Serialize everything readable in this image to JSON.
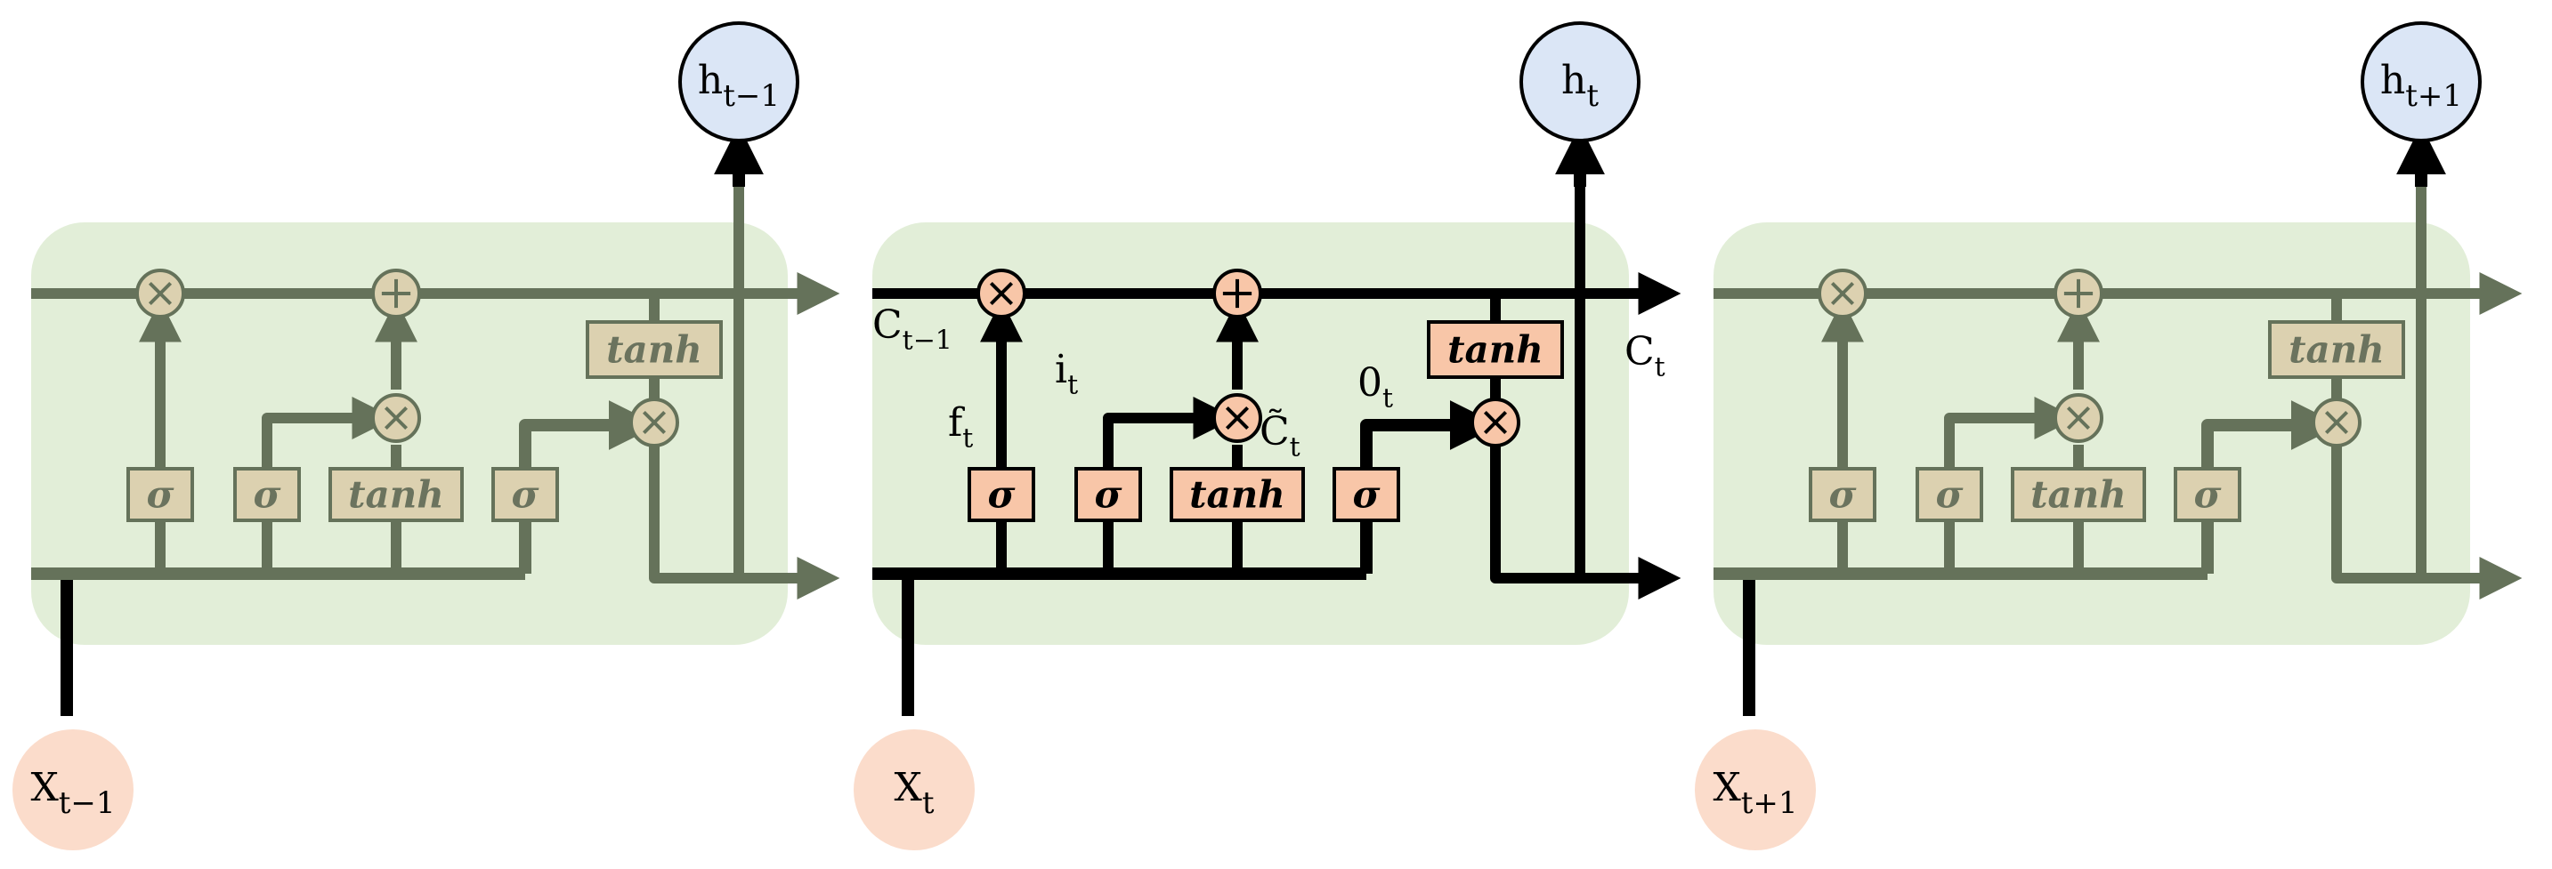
{
  "cells": [
    {
      "id": "prev",
      "active": false,
      "input": {
        "base": "X",
        "sub": "t−1"
      },
      "output": {
        "base": "h",
        "sub": "t−1"
      },
      "gates": [
        "σ",
        "σ",
        "tanh",
        "σ"
      ],
      "out_tanh": "tanh"
    },
    {
      "id": "current",
      "active": true,
      "input": {
        "base": "X",
        "sub": "t"
      },
      "output": {
        "base": "h",
        "sub": "t"
      },
      "gates": [
        "σ",
        "σ",
        "tanh",
        "σ"
      ],
      "out_tanh": "tanh",
      "labels": {
        "c_prev": {
          "base": "C",
          "sub": "t−1"
        },
        "c_next": {
          "base": "C",
          "sub": "t"
        },
        "forget": {
          "base": "f",
          "sub": "t"
        },
        "input_gate": {
          "base": "i",
          "sub": "t"
        },
        "output_gate": {
          "base": "0",
          "sub": "t"
        },
        "candidate": {
          "base": "C̃",
          "sub": "t"
        }
      }
    },
    {
      "id": "next",
      "active": false,
      "input": {
        "base": "X",
        "sub": "t+1"
      },
      "output": {
        "base": "h",
        "sub": "t+1"
      },
      "gates": [
        "σ",
        "σ",
        "tanh",
        "σ"
      ],
      "out_tanh": "tanh"
    }
  ],
  "colors": {
    "cell_bg": "#e2eed8",
    "dim_line": "#65725a",
    "active_line": "#000000",
    "dim_gate_fill": "#dcd1b0",
    "dim_gate_text": "#6b735e",
    "active_gate_fill": "#f8c6a8",
    "input_circle": "#fbdccb",
    "output_circle": "#dbe6f6"
  }
}
